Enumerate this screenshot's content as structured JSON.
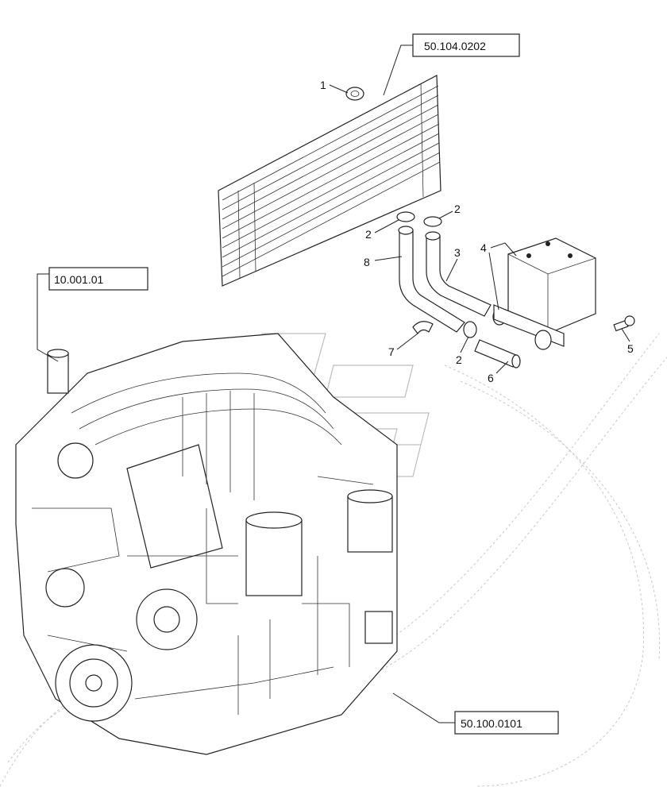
{
  "references": [
    {
      "id": "ref-top",
      "label": "50.104.0202"
    },
    {
      "id": "ref-left",
      "label": "10.001.01"
    },
    {
      "id": "ref-bottom",
      "label": "50.100.0101"
    }
  ],
  "callouts": [
    "1",
    "2",
    "2",
    "8",
    "3",
    "4",
    "7",
    "2",
    "6",
    "5"
  ],
  "colors": {
    "line": "#222222",
    "background": "#ffffff",
    "ghost": "#c8c8c8"
  }
}
